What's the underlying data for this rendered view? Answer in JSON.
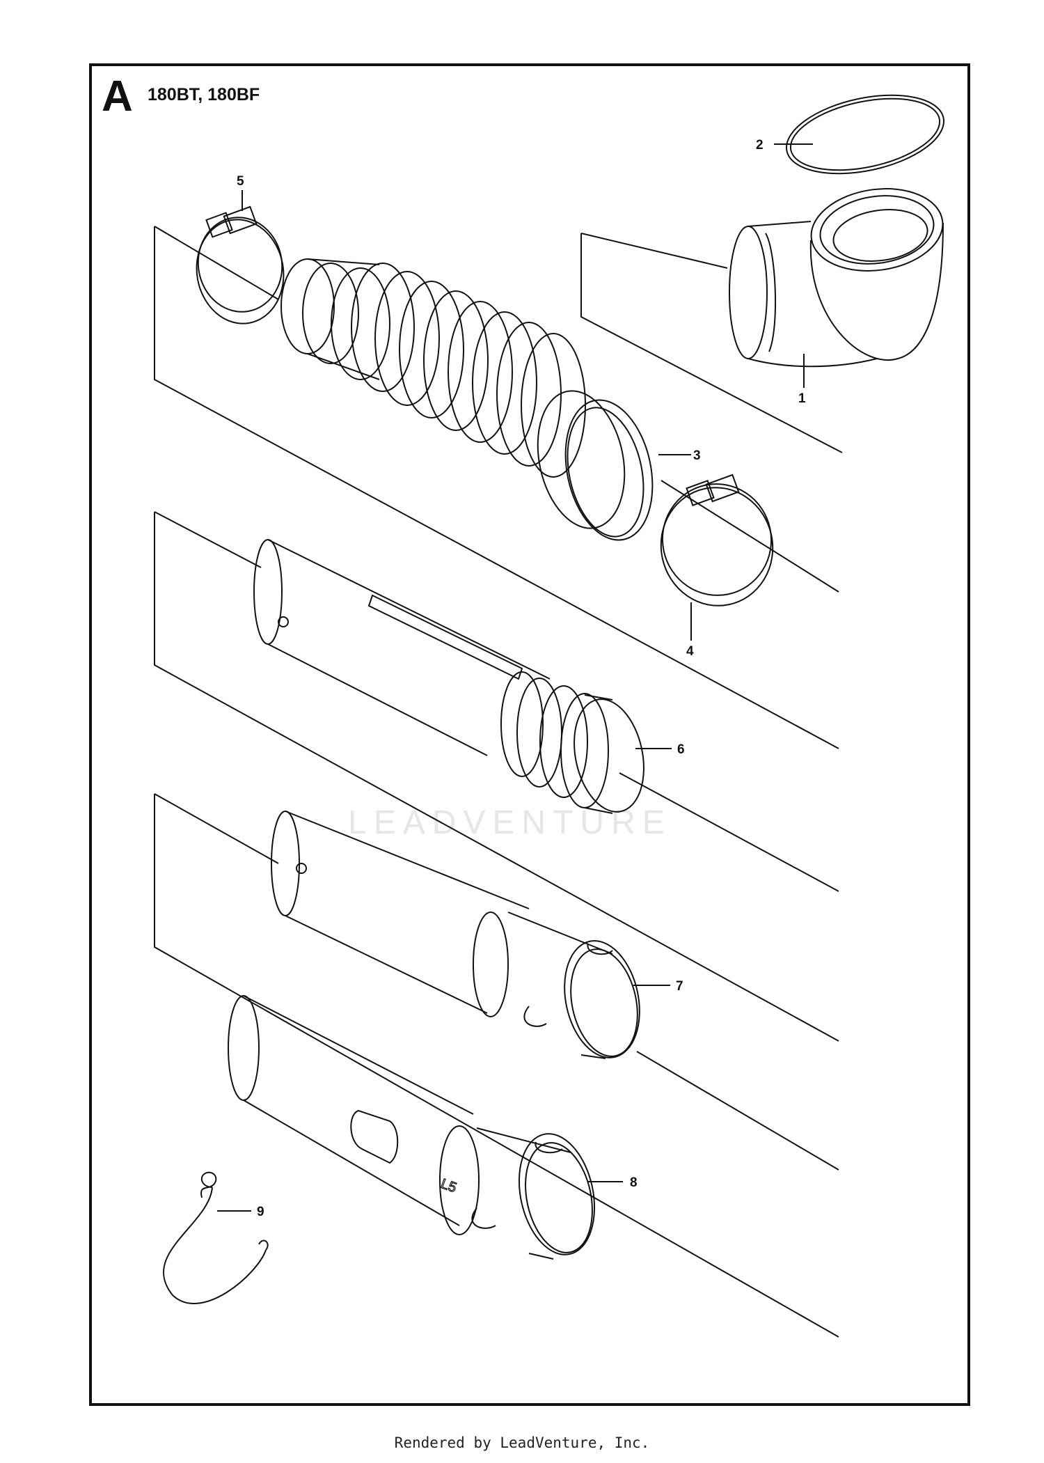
{
  "section": {
    "letter": "A",
    "models": "180BT, 180BF"
  },
  "callouts": [
    "1",
    "2",
    "3",
    "4",
    "5",
    "6",
    "7",
    "8",
    "9"
  ],
  "watermark": "LEADVENTURE",
  "footer": "Rendered by LeadVenture, Inc."
}
